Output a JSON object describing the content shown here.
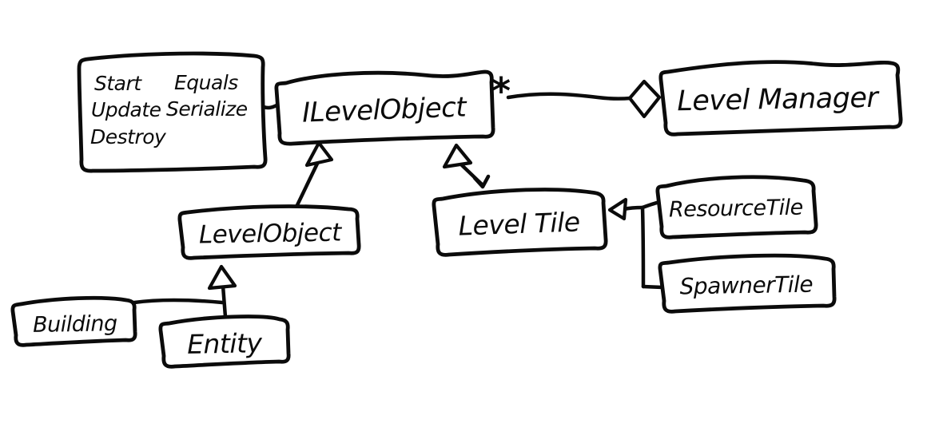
{
  "diagram": {
    "interface_box": {
      "methods_col1": [
        "Start",
        "Update",
        "Destroy"
      ],
      "methods_col2": [
        "Equals",
        "Serialize"
      ]
    },
    "classes": {
      "ilevelobject": "ILevelObject",
      "levelmanager": "Level Manager",
      "levelobject": "LevelObject",
      "leveltile": "Level Tile",
      "resourcetile": "ResourceTile",
      "spawnertile": "SpawnerTile",
      "building": "Building",
      "entity": "Entity"
    },
    "relations": {
      "aggregation_multiplicity": "*",
      "aggregation": "ILevelObject * — LevelManager (open diamond)",
      "inheritance": [
        "LevelObject -|> ILevelObject",
        "LevelTile -|> ILevelObject",
        "ResourceTile -|> LevelTile",
        "SpawnerTile -|> LevelTile",
        "Building -|> LevelObject",
        "Entity -|> LevelObject"
      ]
    },
    "colors": {
      "ink": "#0b0b0b",
      "background": "#ffffff"
    }
  }
}
